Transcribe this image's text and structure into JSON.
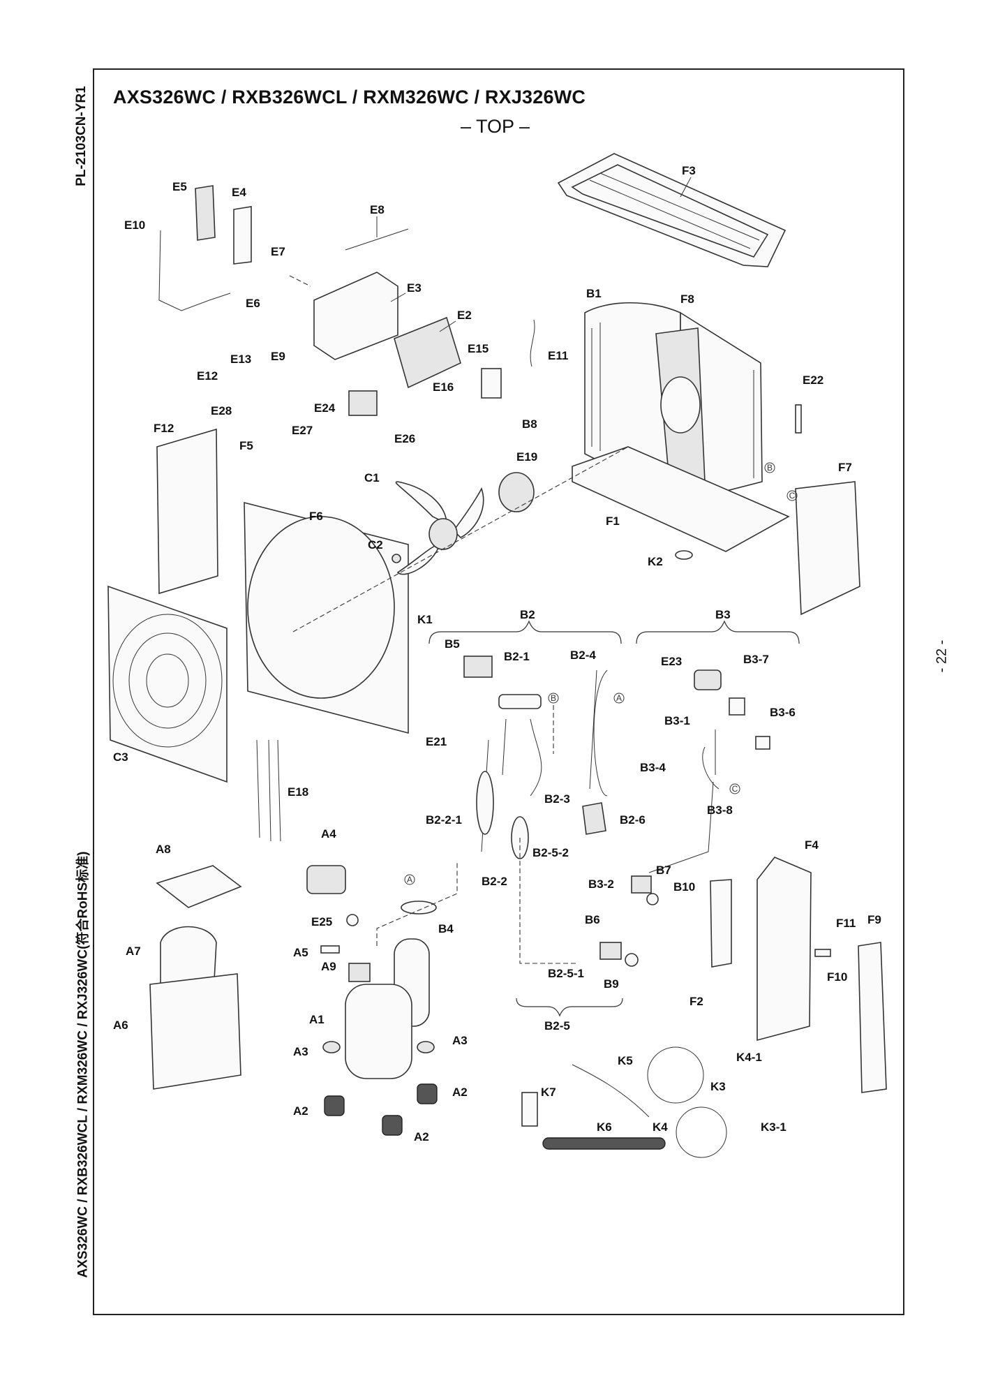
{
  "header": {
    "title": "AXS326WC / RXB326WCL / RXM326WC / RXJ326WC",
    "subtitle": "– TOP –"
  },
  "side_labels": {
    "doc_code": "PL-2103CN-YR1",
    "models_note": "AXS326WC / RXB326WCL / RXM326WC / RXJ326WC(符合RoHS标准)"
  },
  "page_number": "- 22 -",
  "callouts": {
    "F3": "F3",
    "F8": "F8",
    "F7": "F7",
    "F1": "F1",
    "F5": "F5",
    "F6": "F6",
    "F12": "F12",
    "F4": "F4",
    "F2": "F2",
    "F9": "F9",
    "F10": "F10",
    "F11": "F11",
    "E2": "E2",
    "E3": "E3",
    "E4": "E4",
    "E5": "E5",
    "E6": "E6",
    "E7": "E7",
    "E8": "E8",
    "E9": "E9",
    "E10": "E10",
    "E11": "E11",
    "E12": "E12",
    "E13": "E13",
    "E15": "E15",
    "E16": "E16",
    "E18": "E18",
    "E19": "E19",
    "E21": "E21",
    "E22": "E22",
    "E23": "E23",
    "E24": "E24",
    "E25": "E25",
    "E26": "E26",
    "E27": "E27",
    "E28": "E28",
    "B1": "B1",
    "B2": "B2",
    "B3": "B3",
    "B4": "B4",
    "B5": "B5",
    "B6": "B6",
    "B7": "B7",
    "B8": "B8",
    "B9": "B9",
    "B10": "B10",
    "B2_1": "B2-1",
    "B2_2": "B2-2",
    "B2_2_1": "B2-2-1",
    "B2_3": "B2-3",
    "B2_4": "B2-4",
    "B2_5": "B2-5",
    "B2_5_1": "B2-5-1",
    "B2_5_2": "B2-5-2",
    "B2_6": "B2-6",
    "B3_1": "B3-1",
    "B3_2": "B3-2",
    "B3_4": "B3-4",
    "B3_6": "B3-6",
    "B3_7": "B3-7",
    "B3_8": "B3-8",
    "C1": "C1",
    "C2": "C2",
    "C3": "C3",
    "K1": "K1",
    "K2": "K2",
    "K3": "K3",
    "K3_1": "K3-1",
    "K4": "K4",
    "K4_1": "K4-1",
    "K5": "K5",
    "K6": "K6",
    "K7": "K7",
    "A1": "A1",
    "A2": "A2",
    "A3": "A3",
    "A4": "A4",
    "A5": "A5",
    "A6": "A6",
    "A7": "A7",
    "A8": "A8",
    "A9": "A9"
  },
  "connection_marks": {
    "A": "A",
    "B": "B",
    "C": "C"
  }
}
